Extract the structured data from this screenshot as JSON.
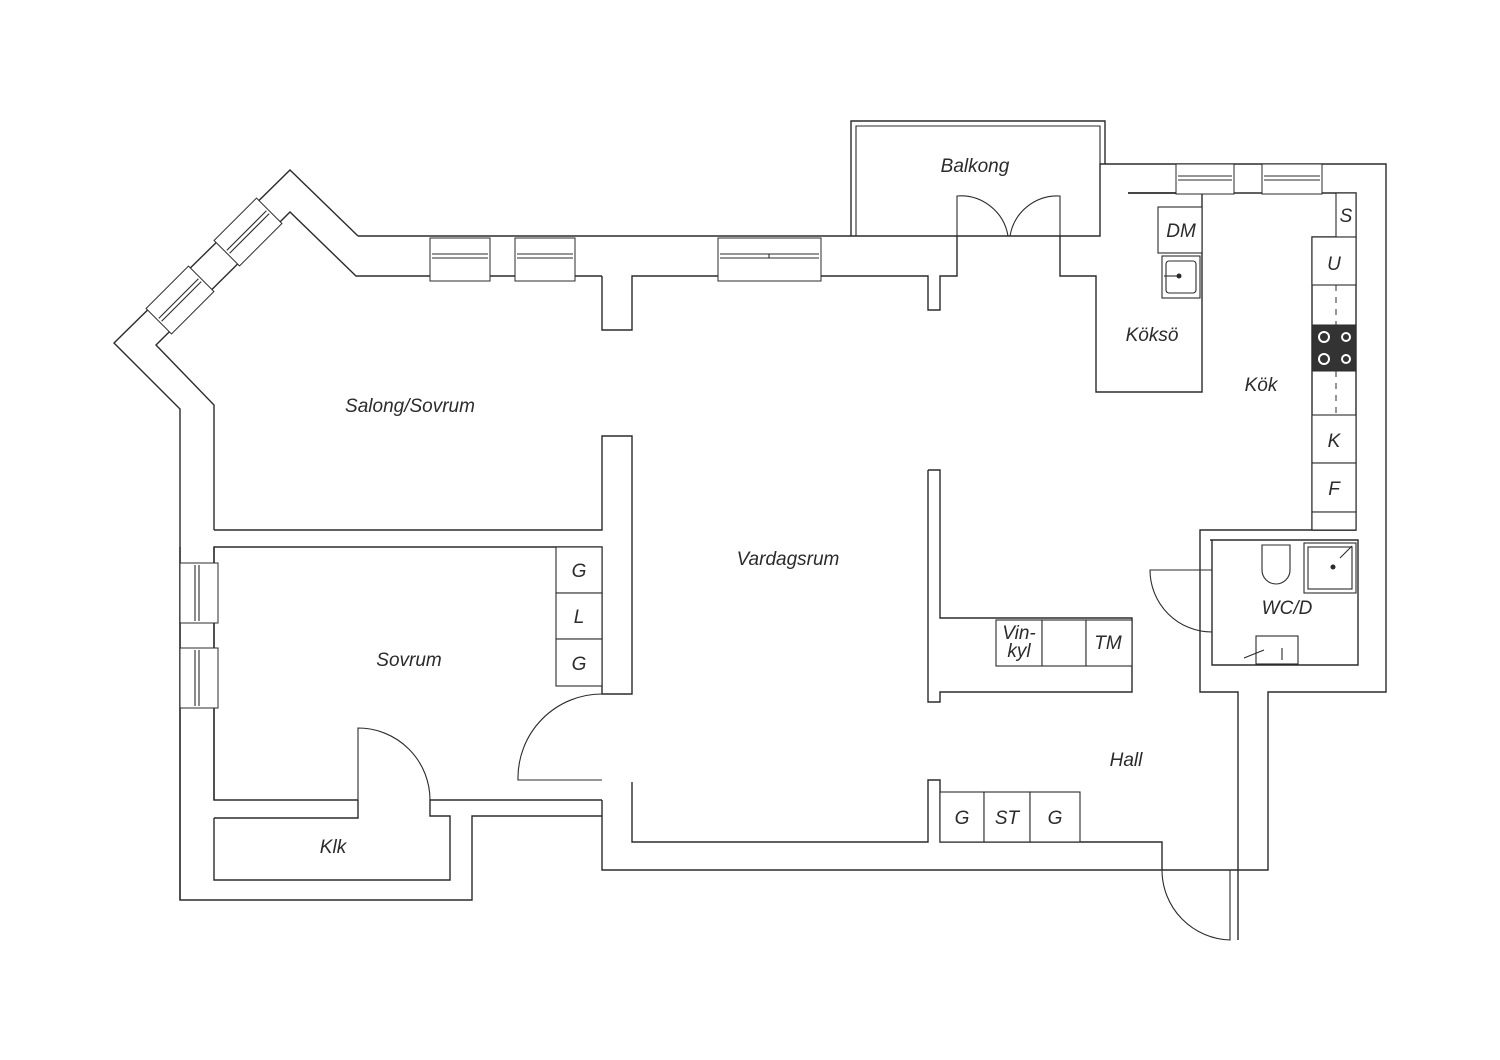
{
  "rooms": {
    "balkong": "Balkong",
    "salong": "Salong/Sovrum",
    "vardagsrum": "Vardagsrum",
    "koksö": "Köksö",
    "kok": "Kök",
    "sovrum": "Sovrum",
    "klk": "Klk",
    "wc": "WC/D",
    "hall": "Hall"
  },
  "labels": {
    "dm": "DM",
    "s": "S",
    "u": "U",
    "k": "K",
    "f": "F",
    "g1": "G",
    "l": "L",
    "g2": "G",
    "vinkyl_1": "Vin-",
    "vinkyl_2": "kyl",
    "tm": "TM",
    "hall_g1": "G",
    "hall_st": "ST",
    "hall_g2": "G"
  },
  "colors": {
    "line": "#2b2b2b",
    "background": "#ffffff",
    "stove": "#333333"
  }
}
